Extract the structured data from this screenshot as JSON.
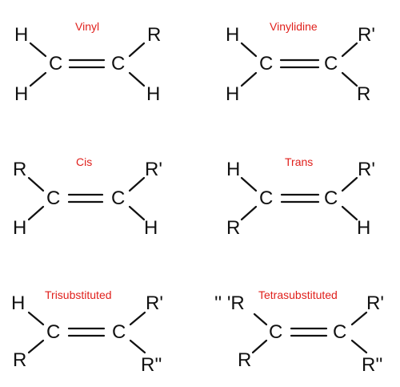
{
  "panels": [
    {
      "name": "Vinyl",
      "atoms": {
        "top_left": "H",
        "bottom_left": "H",
        "c_left": "C",
        "c_right": "C",
        "top_right": "R",
        "bottom_right": "H"
      }
    },
    {
      "name": "Vinylidine",
      "atoms": {
        "top_left": "H",
        "bottom_left": "H",
        "c_left": "C",
        "c_right": "C",
        "top_right": "R'",
        "bottom_right": "R"
      }
    },
    {
      "name": "Cis",
      "atoms": {
        "top_left": "R",
        "bottom_left": "H",
        "c_left": "C",
        "c_right": "C",
        "top_right": "R'",
        "bottom_right": "H"
      }
    },
    {
      "name": "Trans",
      "atoms": {
        "top_left": "H",
        "bottom_left": "R",
        "c_left": "C",
        "c_right": "C",
        "top_right": "R'",
        "bottom_right": "H"
      }
    },
    {
      "name": "Trisubstituted",
      "atoms": {
        "top_left": "H",
        "bottom_left": "R",
        "c_left": "C",
        "c_right": "C",
        "top_right": "R'",
        "bottom_right": "R''"
      }
    },
    {
      "name": "Tetrasubstituted",
      "atoms": {
        "top_left": "'' 'R",
        "bottom_left": "R",
        "c_left": "C",
        "c_right": "C",
        "top_right": "R'",
        "bottom_right": "R''"
      }
    }
  ]
}
